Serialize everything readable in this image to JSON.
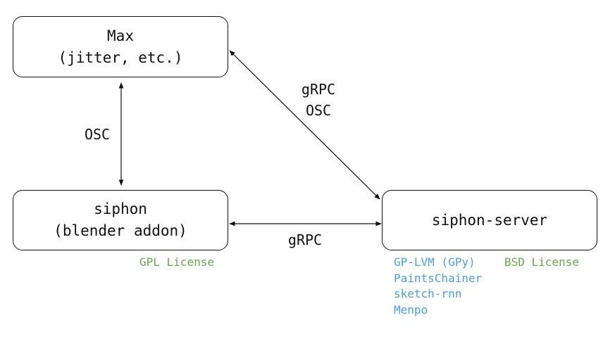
{
  "nodes": {
    "max": {
      "line1": "Max",
      "line2": "(jitter, etc.)"
    },
    "siphon": {
      "line1": "siphon",
      "line2": "(blender addon)"
    },
    "server": {
      "line1": "siphon-server"
    }
  },
  "edges": {
    "max_siphon": {
      "label": "OSC"
    },
    "max_server": {
      "label1": "gRPC",
      "label2": "OSC"
    },
    "siphon_server": {
      "label": "gRPC"
    }
  },
  "notes": {
    "siphon_license": "GPL License",
    "server_license": "BSD License",
    "server_libraries": [
      "GP-LVM (GPy)",
      "PaintsChainer",
      "sketch-rnn",
      "Menpo"
    ]
  },
  "colors": {
    "stroke": "#111111",
    "license": "#6aa84f",
    "library": "#4a9fe0"
  }
}
